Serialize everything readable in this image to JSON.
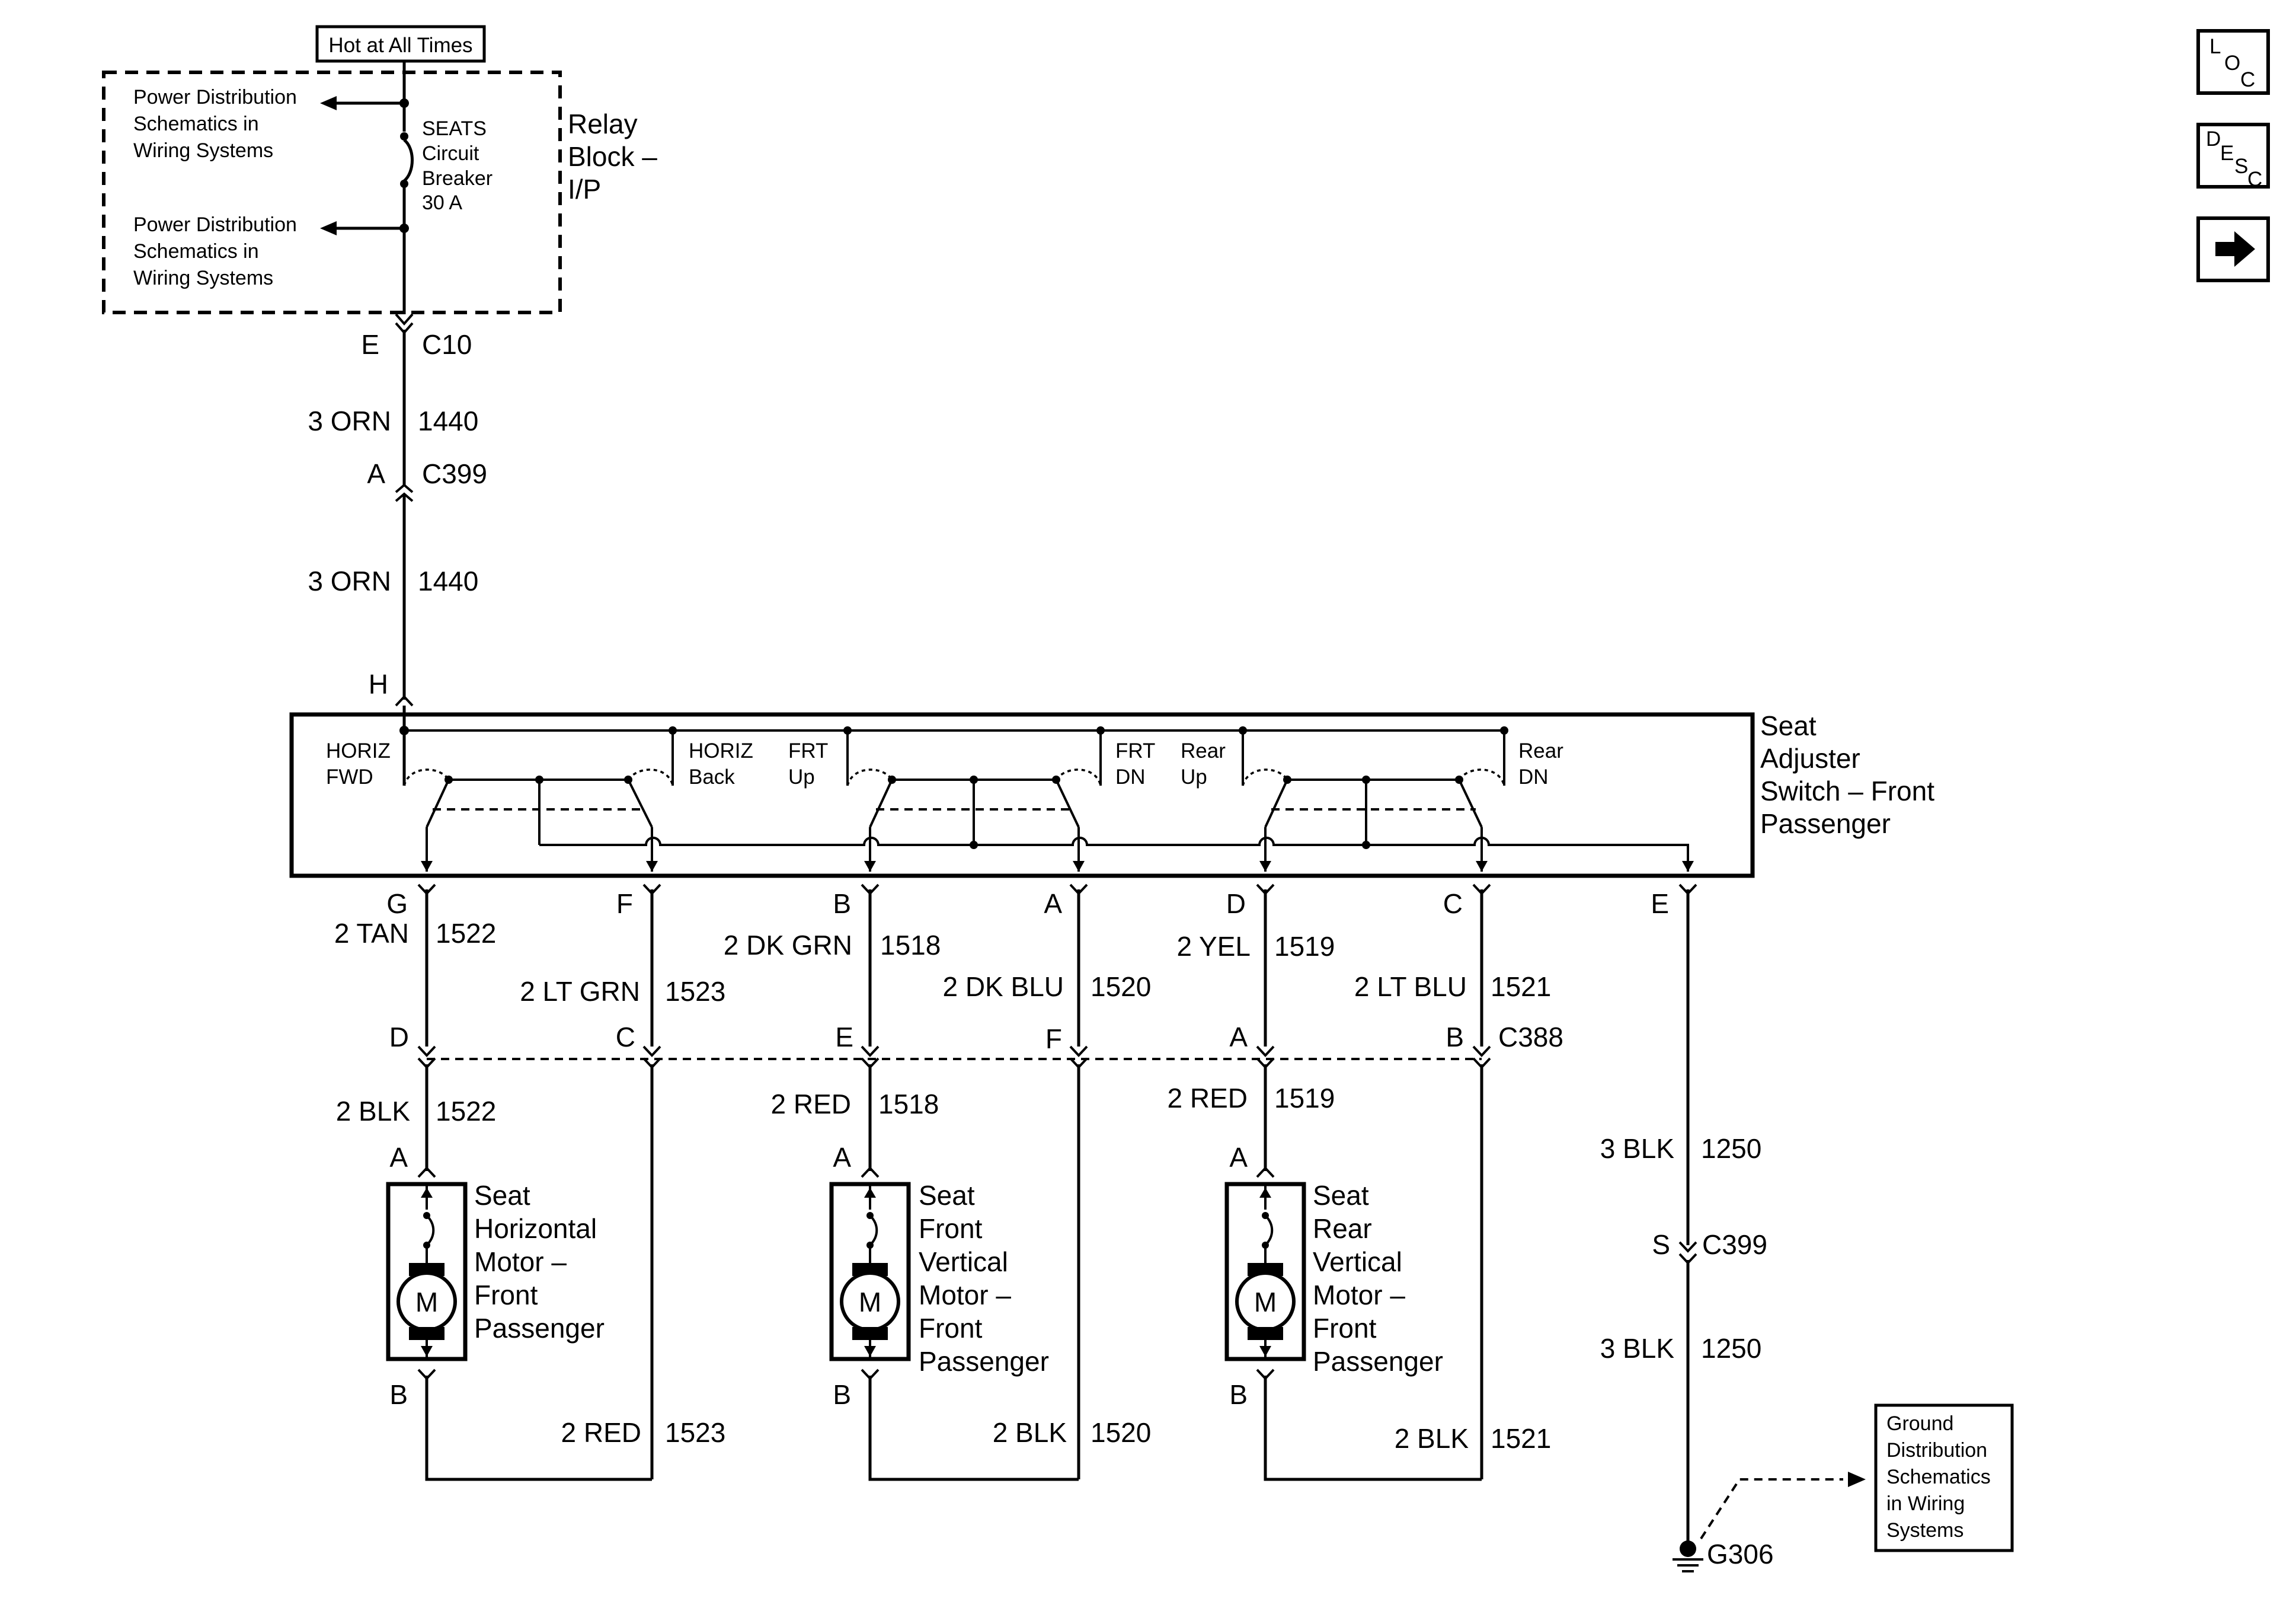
{
  "header": {
    "hot_label": "Hot at All Times"
  },
  "relay_block": {
    "title_l1": "Relay",
    "title_l2": "Block –",
    "title_l3": "I/P",
    "pd_top": [
      "Power Distribution",
      "Schematics in",
      "Wiring Systems"
    ],
    "pd_bottom": [
      "Power Distribution",
      "Schematics in",
      "Wiring Systems"
    ],
    "breaker": [
      "SEATS",
      "Circuit",
      "Breaker",
      "30 A"
    ]
  },
  "feed": {
    "pin_e": "E",
    "conn_c10": "C10",
    "wire1_color": "3 ORN",
    "wire1_circuit": "1440",
    "pin_a": "A",
    "conn_c399": "C399",
    "wire2_color": "3 ORN",
    "wire2_circuit": "1440",
    "pin_h": "H"
  },
  "switch": {
    "title": [
      "Seat",
      "Adjuster",
      "Switch – Front",
      "Passenger"
    ],
    "labels": {
      "horiz_fwd": [
        "HORIZ",
        "FWD"
      ],
      "horiz_back": [
        "HORIZ",
        "Back"
      ],
      "frt_up": [
        "FRT",
        "Up"
      ],
      "frt_dn": [
        "FRT",
        "DN"
      ],
      "rear_up": [
        "Rear",
        "Up"
      ],
      "rear_dn": [
        "Rear",
        "DN"
      ]
    },
    "pins": [
      "G",
      "F",
      "B",
      "A",
      "D",
      "C",
      "E"
    ]
  },
  "wires_top": {
    "g": {
      "color": "2 TAN",
      "circuit": "1522"
    },
    "f": {
      "color": "2 LT GRN",
      "circuit": "1523"
    },
    "b": {
      "color": "2 DK GRN",
      "circuit": "1518"
    },
    "a": {
      "color": "2 DK BLU",
      "circuit": "1520"
    },
    "d": {
      "color": "2 YEL",
      "circuit": "1519"
    },
    "c": {
      "color": "2 LT BLU",
      "circuit": "1521"
    }
  },
  "c388": {
    "pins": [
      "D",
      "C",
      "E",
      "F",
      "A",
      "B"
    ],
    "name": "C388"
  },
  "wires_mid": {
    "m1": {
      "color": "2 BLK",
      "circuit": "1522"
    },
    "m2": {
      "color": "2 RED",
      "circuit": "1518"
    },
    "m3": {
      "color": "2 RED",
      "circuit": "1519"
    }
  },
  "motors": {
    "horizontal": {
      "pin_a": "A",
      "pin_b": "B",
      "letter": "M",
      "name": [
        "Seat",
        "Horizontal",
        "Motor –",
        "Front",
        "Passenger"
      ]
    },
    "front_vertical": {
      "pin_a": "A",
      "pin_b": "B",
      "letter": "M",
      "name": [
        "Seat",
        "Front",
        "Vertical",
        "Motor –",
        "Front",
        "Passenger"
      ]
    },
    "rear_vertical": {
      "pin_a": "A",
      "pin_b": "B",
      "letter": "M",
      "name": [
        "Seat",
        "Rear",
        "Vertical",
        "Motor –",
        "Front",
        "Passenger"
      ]
    }
  },
  "wires_bottom": {
    "w1": {
      "color": "2 RED",
      "circuit": "1523"
    },
    "w2": {
      "color": "2 BLK",
      "circuit": "1520"
    },
    "w3": {
      "color": "2 BLK",
      "circuit": "1521"
    }
  },
  "ground": {
    "wire1_color": "3 BLK",
    "wire1_circuit": "1250",
    "pin_s": "S",
    "conn": "C399",
    "wire2_color": "3 BLK",
    "wire2_circuit": "1250",
    "g306": "G306",
    "gd_box": [
      "Ground",
      "Distribution",
      "Schematics",
      "in Wiring",
      "Systems"
    ]
  },
  "nav": {
    "loc": {
      "l1": "L",
      "l2": "O",
      "l3": "C"
    },
    "desc": {
      "l1": "D",
      "l2": "E",
      "l3": "S",
      "l4": "C"
    }
  }
}
